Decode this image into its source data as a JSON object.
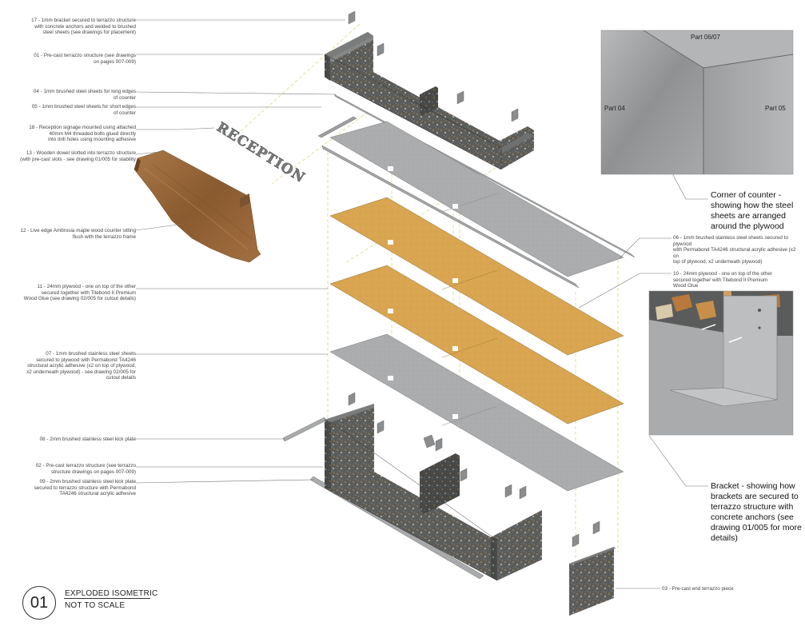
{
  "title_block": {
    "number": "01",
    "title": "EXPLODED ISOMETRIC",
    "scale": "NOT TO SCALE"
  },
  "signage_text": "RECEPTION",
  "left_notes": [
    {
      "id": "17",
      "text": "17 - 1mm bracket secured to terrazzo structure\nwith concrete anchors and welded to brushed\nsteel sheets (see drawings for placement)"
    },
    {
      "id": "01",
      "text": "01 - Pre-cast terrazzo structure (see drawings\non pages 007-009)"
    },
    {
      "id": "04",
      "text": "04 - 1mm brushed steel sheets for long edges\nof counter"
    },
    {
      "id": "05",
      "text": "05 - 1mm brushed steel sheets for short edges\nof counter"
    },
    {
      "id": "18",
      "text": "18 - Reception signage mounted using attached\n40mm M4 threaded bolts glued directly\ninto drill holes using mounting adhesive"
    },
    {
      "id": "13",
      "text": "13 - Wooden dowel slotted into terrazzo structure\n(with pre-cast slots - see drawing 01/005 for stability"
    },
    {
      "id": "12",
      "text": "12 - Live edge Ambrosia maple wood counter sitting\nflush with the terrazzo frame"
    },
    {
      "id": "11",
      "text": "11 - 24mm plywood - one on top of the other\nsecured together with Titebond II Premium\nWood Glue (see drawing 02/005 for cutout details)"
    },
    {
      "id": "07",
      "text": "07 - 1mm brushed stainless steel sheets\nsecured to plywood with Permabond TA4246\nstructural acrylic adhesive (x2 on top of plywood,\nx2 underneath plywood) - see drawing 02/005 for\ncutout details"
    },
    {
      "id": "08",
      "text": "08 - 2mm brushed stainless steel kick plate"
    },
    {
      "id": "02",
      "text": "02 - Pre-cast terrazzo structure (see terrazzo\nstructure drawings on pages 007-009)"
    },
    {
      "id": "09",
      "text": "09 - 2mm brushed stainless steel kick plate\nsecured to terrazzo structure with Permabond\nTA4246 structural acrylic adhesive"
    }
  ],
  "right_notes": [
    {
      "id": "06",
      "text": "06 - 1mm brushed stainless steel sheets secured to plywood\nwith Permabond TA4246 structural acrylic adhesive (x2 on\ntop of plywood, x2 underneath plywood)"
    },
    {
      "id": "10",
      "text": "10 - 24mm plywood - one on top of the other\nsecured together with Titebond II Premium\nWood Glue"
    },
    {
      "id": "03",
      "text": "03 - Pre-cast end terrazzo piece"
    }
  ],
  "detail_corner": {
    "part_top": "Part 06/07",
    "part_left": "Part 04",
    "part_right": "Part 05",
    "caption": "Corner of counter -\nshowing how the steel\nsheets are arranged\naround the plywood"
  },
  "detail_bracket": {
    "caption": "Bracket - showing how\nbrackets are secured to\nterrazzo structure with\nconcrete anchors (see\ndrawing 01/005 for more\ndetails)"
  },
  "colors": {
    "terrazzo": "#5d5f5e",
    "plywood": "#d7a24c",
    "steel": "#a9abad",
    "wood": "#9a6a3e",
    "leader": "#666666",
    "dashed": "#e6e29a"
  }
}
